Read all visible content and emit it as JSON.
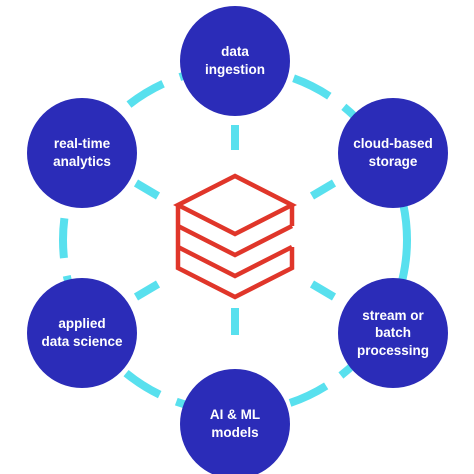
{
  "colors": {
    "node_fill": "#2b2cb8",
    "node_text": "#ffffff",
    "connector": "#58e0ee",
    "logo": "#e0362a"
  },
  "center": {
    "icon": "stacked-layers-logo-icon"
  },
  "nodes": [
    {
      "lines": [
        "data",
        "ingestion"
      ]
    },
    {
      "lines": [
        "cloud-based",
        "storage"
      ]
    },
    {
      "lines": [
        "stream or batch",
        "processing"
      ]
    },
    {
      "lines": [
        "AI & ML",
        "models"
      ]
    },
    {
      "lines": [
        "applied",
        "data science"
      ]
    },
    {
      "lines": [
        "real-time",
        "analytics"
      ]
    }
  ]
}
